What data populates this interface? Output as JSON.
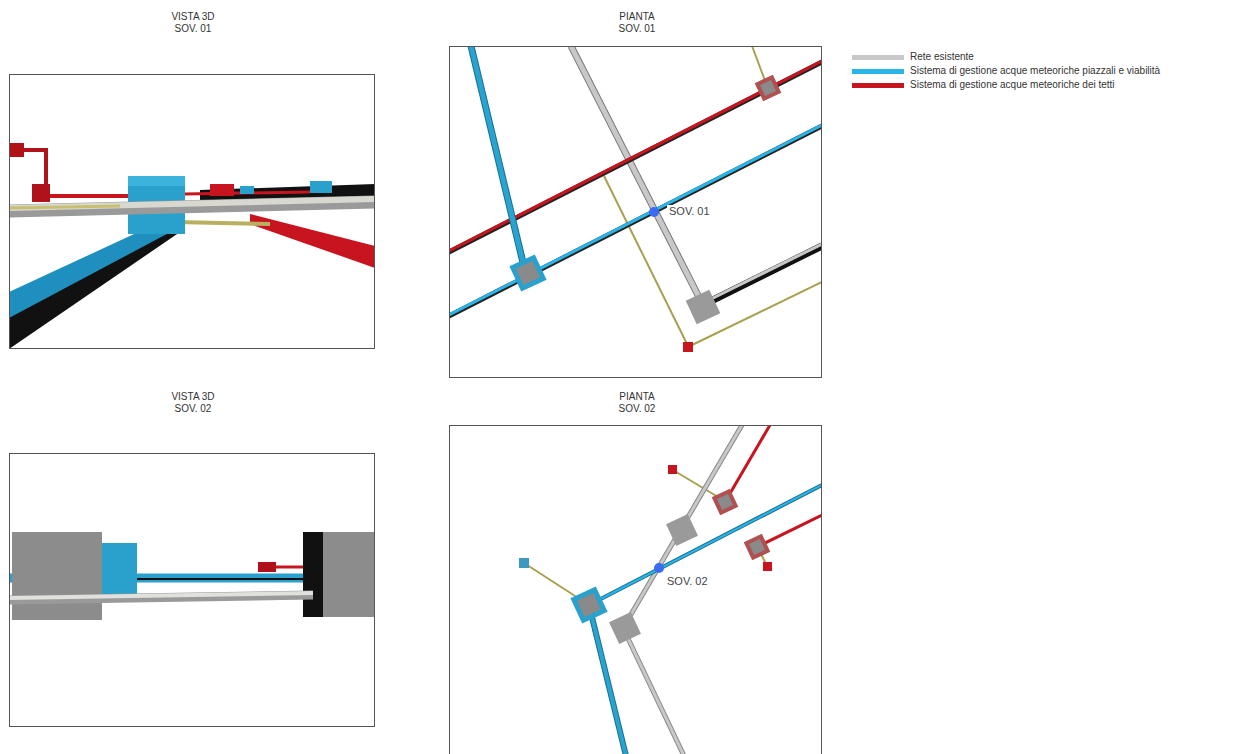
{
  "diagram": {
    "nodes": [
      {
        "text": [
          "VISTA 3D SOV. 01"
        ]
      },
      {
        "text": [
          "PIANTA SOV. 01"
        ]
      },
      {
        "text": [
          "VISTA 3D SOV. 02"
        ]
      },
      {
        "text": [
          "PIANTA SOV. 02"
        ]
      }
    ],
    "labels": [
      "SOV. 01",
      "SOV. 02"
    ],
    "legend": [
      {
        "text": "Rete esistente",
        "color": "#c8c8c8"
      },
      {
        "text": "Sistema di gestione acque meteoriche piazzali e viabilità",
        "color": "#29b5e8"
      },
      {
        "text": "Sistema di gestione acque meteoriche dei tetti",
        "color": "#c8141e"
      }
    ]
  }
}
